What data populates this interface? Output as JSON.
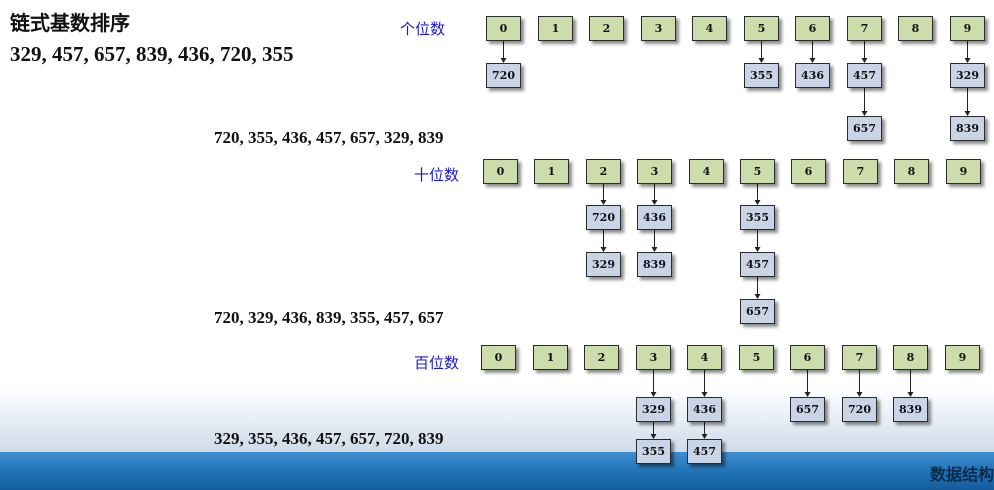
{
  "title": "链式基数排序",
  "initial_sequence": "329, 457, 657, 839, 436, 720, 355",
  "footer": "数据结构",
  "passes": [
    {
      "label": "个位数",
      "buckets": [
        "0",
        "1",
        "2",
        "3",
        "4",
        "5",
        "6",
        "7",
        "8",
        "9"
      ],
      "chains": [
        [
          "720"
        ],
        [],
        [],
        [],
        [],
        [
          "355"
        ],
        [
          "436"
        ],
        [
          "457",
          "657"
        ],
        [],
        [
          "329",
          "839"
        ]
      ],
      "result": "720, 355, 436, 457, 657, 329, 839"
    },
    {
      "label": "十位数",
      "buckets": [
        "0",
        "1",
        "2",
        "3",
        "4",
        "5",
        "6",
        "7",
        "8",
        "9"
      ],
      "chains": [
        [],
        [],
        [
          "720",
          "329"
        ],
        [
          "436",
          "839"
        ],
        [],
        [
          "355",
          "457",
          "657"
        ],
        [],
        [],
        [],
        []
      ],
      "result": "720, 329, 436, 839, 355, 457, 657"
    },
    {
      "label": "百位数",
      "buckets": [
        "0",
        "1",
        "2",
        "3",
        "4",
        "5",
        "6",
        "7",
        "8",
        "9"
      ],
      "chains": [
        [],
        [],
        [],
        [
          "329",
          "355"
        ],
        [
          "436",
          "457"
        ],
        [],
        [
          "657"
        ],
        [
          "720"
        ],
        [
          "839"
        ],
        []
      ],
      "result": "329, 355, 436, 457, 657, 720, 839"
    }
  ]
}
